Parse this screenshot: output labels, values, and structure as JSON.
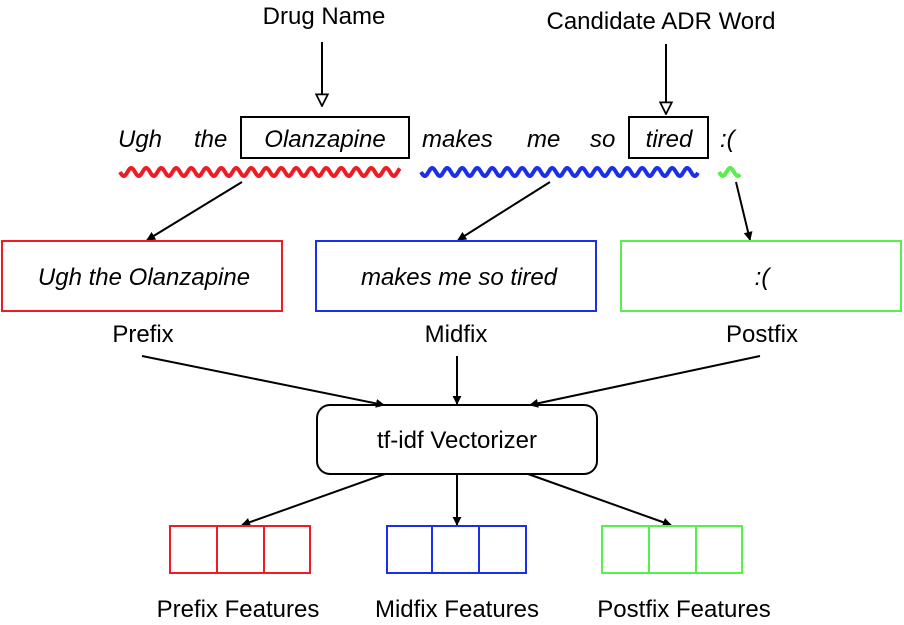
{
  "annotations": {
    "drug_name": "Drug Name",
    "candidate_adr": "Candidate ADR Word"
  },
  "sentence": {
    "w1": "Ugh",
    "w2": "the",
    "w3": "Olanzapine",
    "w4": "makes",
    "w5": "me",
    "w6": "so",
    "w7": "tired",
    "w8": ":("
  },
  "boxes": {
    "prefix_text": "Ugh the Olanzapine",
    "midfix_text": "makes me so tired",
    "postfix_text": ":("
  },
  "labels": {
    "prefix": "Prefix",
    "midfix": "Midfix",
    "postfix": "Postfix"
  },
  "vectorizer": "tf-idf Vectorizer",
  "features": {
    "prefix": "Prefix Features",
    "midfix": "Midfix Features",
    "postfix": "Postfix Features"
  },
  "colors": {
    "prefix": "#ee1c24",
    "midfix": "#1a2fe8",
    "postfix": "#57ef4a",
    "ink": "#000000"
  }
}
